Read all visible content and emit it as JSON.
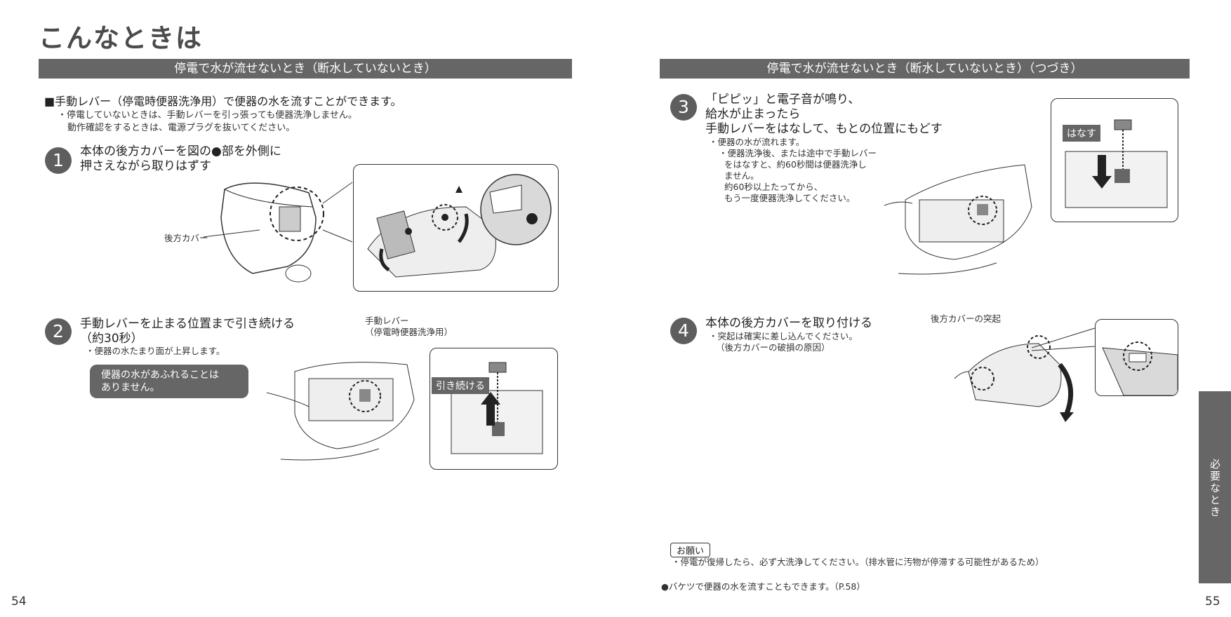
{
  "page_title": "こんなときは",
  "left": {
    "section_bar": "停電で水が流せないとき（断水していないとき）",
    "lead": "■手動レバー（停電時便器洗浄用）で便器の水を流すことができます。",
    "notes": [
      "・停電していないときは、手動レバーを引っ張っても便器洗浄しません。",
      "動作確認をするときは、電源プラグを抜いてください。"
    ],
    "step1": {
      "number": "1",
      "lines": [
        "本体の後方カバーを図の●部を外側に",
        "押さえながら取りはずす"
      ],
      "callout": "後方カバー"
    },
    "step2": {
      "number": "2",
      "lines": [
        "手動レバーを止まる位置まで引き続ける",
        "（約30秒）"
      ],
      "note": "・便器の水たまり面が上昇します。",
      "pill": [
        "便器の水があふれることは",
        "ありません。"
      ],
      "callout": [
        "手動レバー",
        "（停電時便器洗浄用）"
      ],
      "tag": "引き続ける"
    },
    "page_number": "54"
  },
  "right": {
    "section_bar": "停電で水が流せないとき（断水していないとき）（つづき）",
    "step3": {
      "number": "3",
      "lines": [
        "「ピピッ」と電子音が鳴り、",
        "給水が止まったら",
        "手動レバーをはなして、もとの位置にもどす"
      ],
      "notes": [
        "・便器の水が流れます。",
        "・便器洗浄後、または途中で手動レバー",
        "をはなすと、約60秒間は便器洗浄し",
        "ません。",
        "約60秒以上たってから、",
        "もう一度便器洗浄してください。"
      ],
      "tag": "はなす"
    },
    "step4": {
      "number": "4",
      "lines": [
        "本体の後方カバーを取り付ける"
      ],
      "notes": [
        "・突起は確実に差し込んでください。",
        "（後方カバーの破損の原因）"
      ],
      "callout": "後方カバーの突起"
    },
    "onegai_label": "お願い",
    "onegai_text": "・停電が復帰したら、必ず大洗浄してください。（排水管に汚物が停滞する可能性があるため）",
    "bucket_note": "●バケツで便器の水を流すこともできます。（P.58）",
    "side_tab": "必要なとき",
    "page_number": "55"
  }
}
